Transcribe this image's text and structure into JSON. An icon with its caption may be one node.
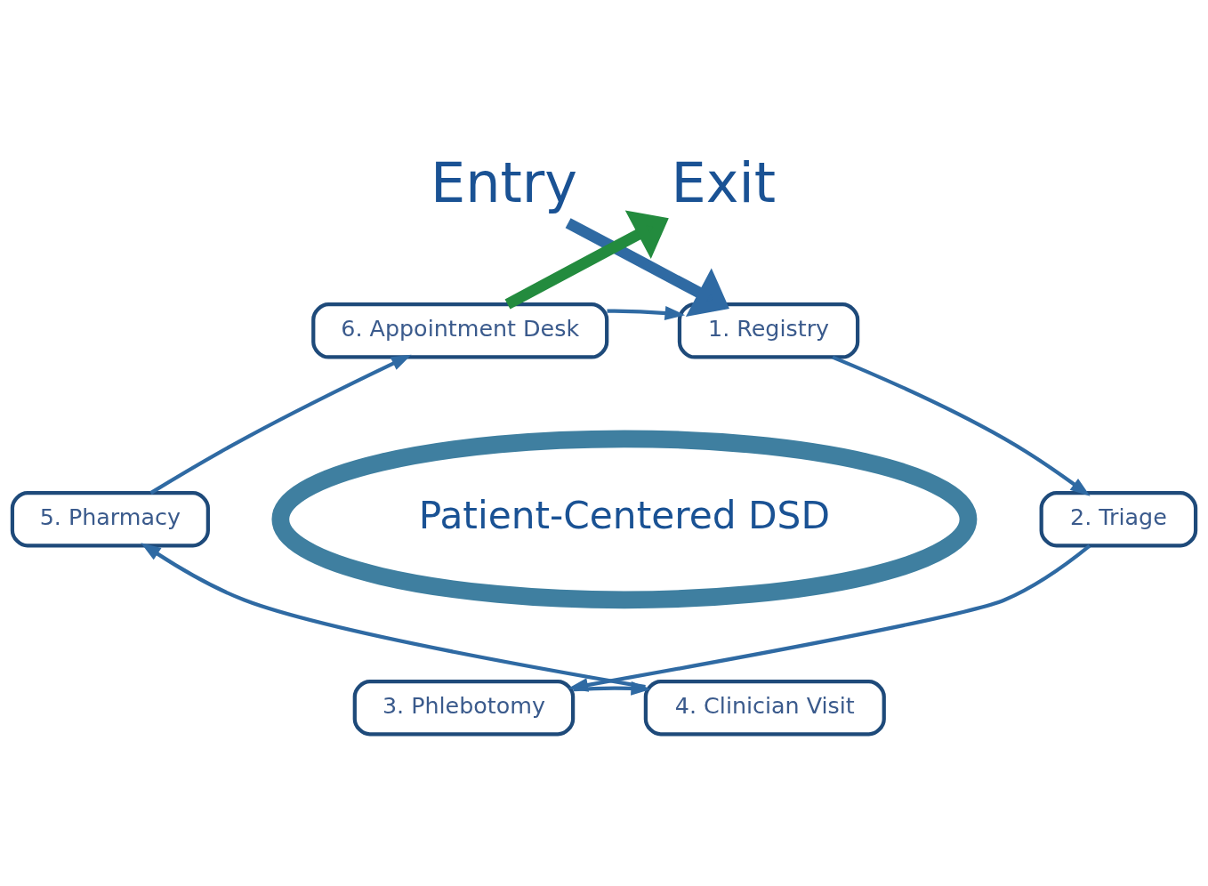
{
  "diagram": {
    "nodes": [
      {
        "text": [
          "Entry"
        ]
      },
      {
        "text": [
          "Exit"
        ]
      },
      {
        "text": [
          "Patient-Centered DSD"
        ]
      },
      {
        "text": [
          "1. Registry"
        ]
      },
      {
        "text": [
          "2. Triage"
        ]
      },
      {
        "text": [
          "3. Phlebotomy"
        ]
      },
      {
        "text": [
          "4. Clinician Visit"
        ]
      },
      {
        "text": [
          "5. Pharmacy"
        ]
      },
      {
        "text": [
          "6. Appointment Desk"
        ]
      }
    ],
    "edges": [
      {
        "from": 0,
        "to": 3,
        "arrow": "to",
        "style": "thick"
      },
      {
        "from": 3,
        "to": 4,
        "arrow": "to"
      },
      {
        "from": 4,
        "to": 5,
        "arrow": "to"
      },
      {
        "from": 5,
        "to": 6,
        "arrow": "to"
      },
      {
        "from": 6,
        "to": 7,
        "arrow": "to"
      },
      {
        "from": 7,
        "to": 8,
        "arrow": "to"
      },
      {
        "from": 8,
        "to": 3,
        "arrow": "to"
      },
      {
        "from": 8,
        "to": 1,
        "arrow": "to",
        "style": "thick",
        "color": "#238b3e"
      }
    ]
  }
}
